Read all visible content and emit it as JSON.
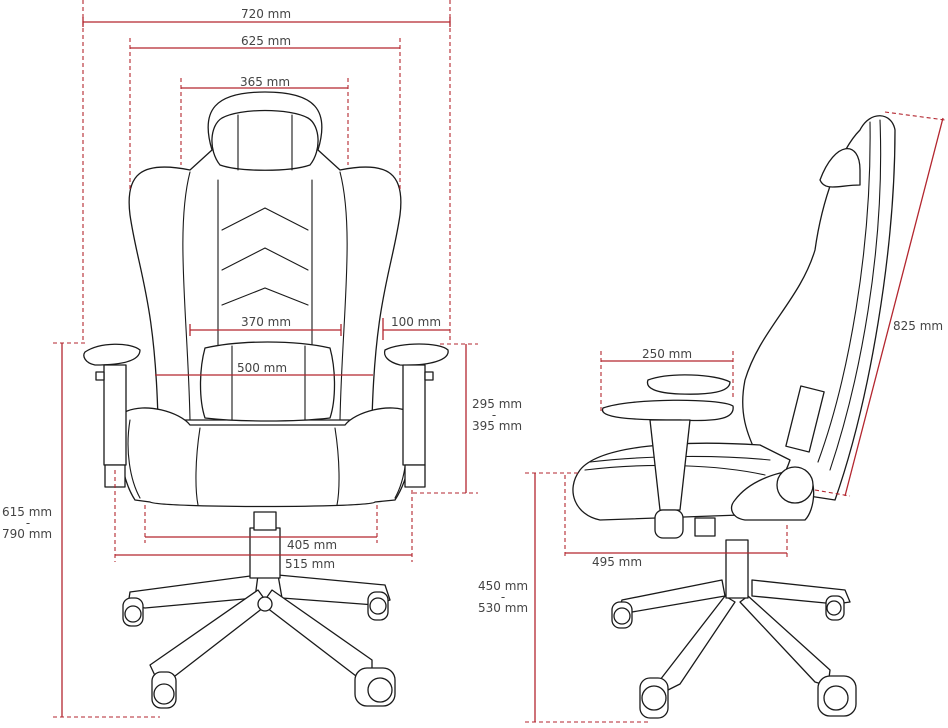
{
  "front_view": {
    "overall_width": "720 mm",
    "backrest_width": "625 mm",
    "shoulder_width": "365 mm",
    "inner_back_width": "370 mm",
    "armrest_width": "100 mm",
    "lumbar_width": "500 mm",
    "seat_width": "405 mm",
    "seat_outer_width": "515 mm",
    "armrest_height": {
      "min": "295 mm",
      "sep": "-",
      "max": "395 mm"
    },
    "armrest_floor_height": {
      "min": "615 mm",
      "sep": "-",
      "max": "790 mm"
    }
  },
  "side_view": {
    "armrest_length": "250 mm",
    "seat_depth": "495 mm",
    "backrest_height": "825 mm",
    "seat_height": {
      "min": "450 mm",
      "sep": "-",
      "max": "530 mm"
    }
  },
  "colors": {
    "dimension": "#b3262f",
    "drawing": "#1a1a1a",
    "text": "#444444"
  }
}
